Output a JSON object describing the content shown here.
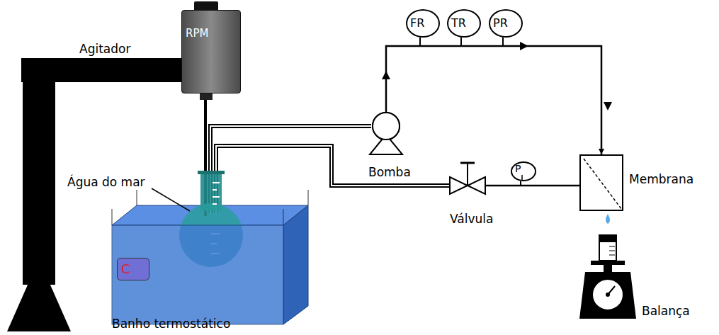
{
  "diagram": {
    "nodes": [
      {
        "text": [
          "RPM"
        ]
      },
      {
        "text": [
          "FR"
        ]
      },
      {
        "text": [
          "TR"
        ]
      },
      {
        "text": [
          "PR"
        ]
      },
      {
        "text": [
          "Bomba"
        ]
      },
      {
        "text": [
          "Membrana"
        ]
      },
      {
        "text": [
          "Válvula"
        ]
      },
      {
        "text": [
          "P"
        ]
      },
      {
        "text": [
          "Banho termostático"
        ]
      },
      {
        "text": [
          "C"
        ],
        "in": 8
      },
      {
        "text": [
          "Balança"
        ]
      }
    ],
    "edges": [
      {
        "from": 4,
        "to": 5,
        "arrow": "to"
      },
      {
        "from": 5,
        "to": 6,
        "arrow": "none"
      }
    ],
    "labels": [
      "Agitador",
      "Água do mar"
    ]
  }
}
